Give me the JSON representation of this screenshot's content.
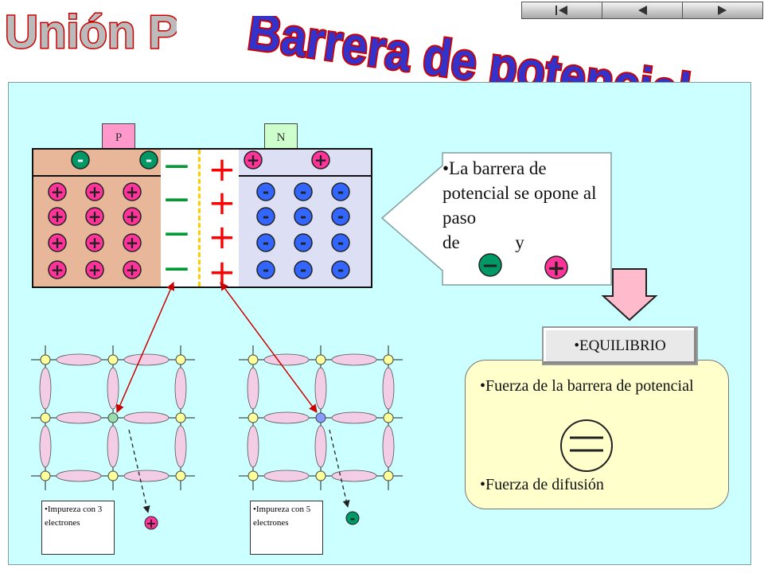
{
  "title": {
    "main": "Unión P-N",
    "sub": "Barrera de potencial"
  },
  "nav": {
    "buttons": [
      "first-icon",
      "previous-icon",
      "next-icon"
    ]
  },
  "junction": {
    "p_label": "P",
    "n_label": "N",
    "p_top_carriers": [
      "-",
      "-"
    ],
    "n_top_carriers": [
      "+",
      "+"
    ],
    "p_ions_symbol": "+",
    "n_ions_symbol": "-",
    "barrier_negative": "−",
    "barrier_positive": "+"
  },
  "callout": {
    "text_line1": "•La barrera de potencial se opone al paso",
    "text_de": "de",
    "text_y": "y",
    "neg_symbol": "−",
    "pos_symbol": "+"
  },
  "equilibrium": {
    "tab": "•EQUILIBRIO",
    "force1": "•Fuerza de la barrera de potencial",
    "equals": "=",
    "force2": "•Fuerza de difusión"
  },
  "lattices": {
    "left_caption": "•Impureza con 3 electrones",
    "right_caption": "•Impureza con 5 electrones",
    "left_carrier": "+",
    "right_carrier": "-"
  },
  "colors": {
    "panel_bg": "#ccffff",
    "p_region": "#e8b79a",
    "n_region": "#dde0f5",
    "ion_fill": "#ff3399",
    "barrier_red": "#ff0000",
    "barrier_green": "#009933",
    "title_fill": "#3333cc",
    "title_outline": "#cc0000",
    "equilibrium_bg": "#ffffcc"
  }
}
